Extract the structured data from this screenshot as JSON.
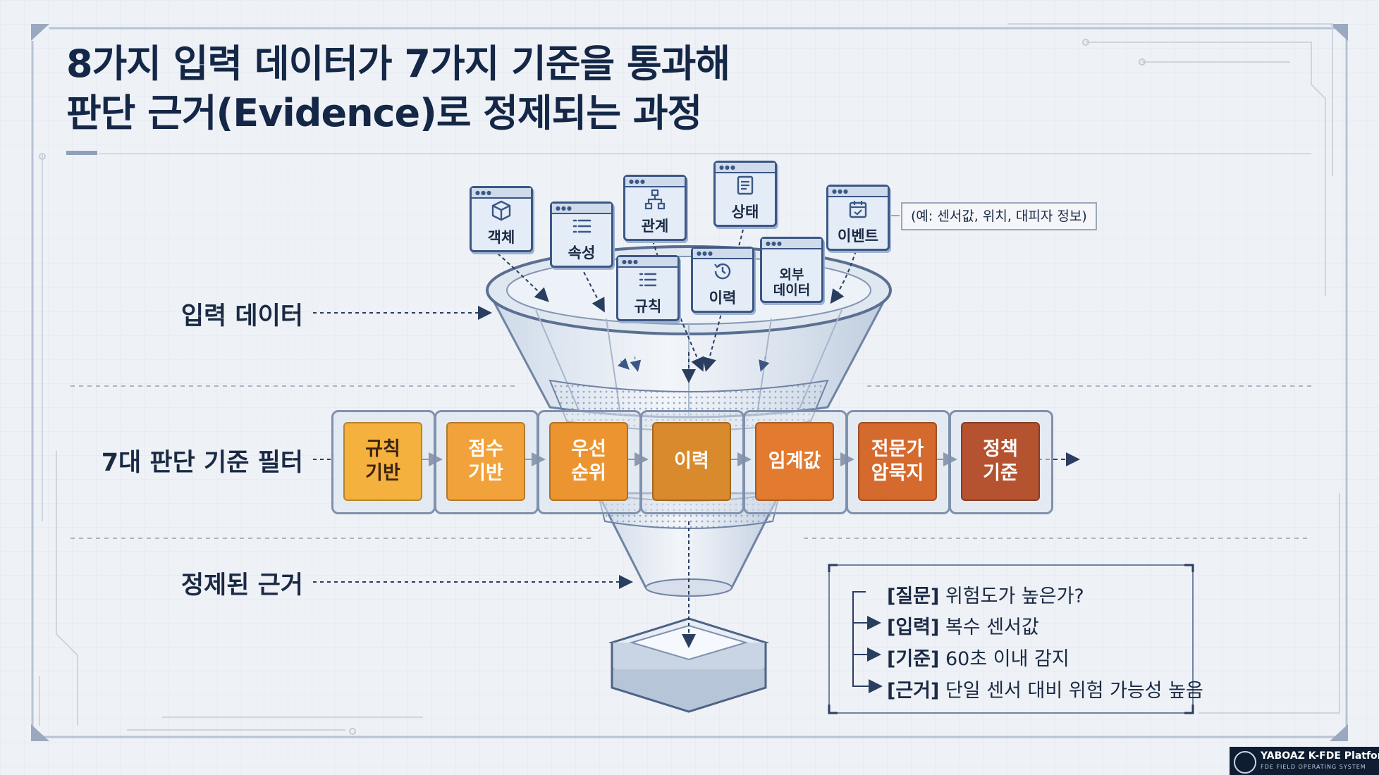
{
  "title": {
    "line1": "8가지 입력 데이터가 7가지 기준을 통과해",
    "line2": "판단 근거(Evidence)로 정제되는 과정"
  },
  "stages": {
    "input": "입력 데이터",
    "filter": "7대 판단 기준 필터",
    "refined": "정제된 근거"
  },
  "inputs": [
    {
      "label": "객체",
      "icon": "cube-icon"
    },
    {
      "label": "속성",
      "icon": "list-icon"
    },
    {
      "label": "관계",
      "icon": "hierarchy-icon"
    },
    {
      "label": "상태",
      "icon": "document-icon"
    },
    {
      "label": "이벤트",
      "icon": "calendar-check-icon"
    },
    {
      "label": "규칙",
      "icon": "checklist-icon"
    },
    {
      "label": "이력",
      "icon": "history-icon"
    },
    {
      "label": "외부\n데이터",
      "icon": "window-icon"
    }
  ],
  "callout": "(예: 센서값, 위치, 대피자 정보)",
  "filters": [
    {
      "label": "규칙\n기반",
      "color": "#f5b13d"
    },
    {
      "label": "점수\n기반",
      "color": "#f1a23a"
    },
    {
      "label": "우선\n순위",
      "color": "#ec9530"
    },
    {
      "label": "이력",
      "color": "#d98a2c"
    },
    {
      "label": "임계값",
      "color": "#e27a30"
    },
    {
      "label": "전문가\n암묵지",
      "color": "#d56a2e"
    },
    {
      "label": "정책\n기준",
      "color": "#b55230"
    }
  ],
  "example": [
    {
      "tag": "[질문]",
      "text": " 위험도가 높은가?"
    },
    {
      "tag": "[입력]",
      "text": " 복수 센서값"
    },
    {
      "tag": "[기준]",
      "text": " 60초 이내 감지"
    },
    {
      "tag": "[근거]",
      "text": " 단일 센서 대비 위험 가능성 높음"
    }
  ],
  "badge": {
    "name": "YABOAZ K-FDE Platform",
    "sub": "FDE FIELD OPERATING SYSTEM"
  }
}
